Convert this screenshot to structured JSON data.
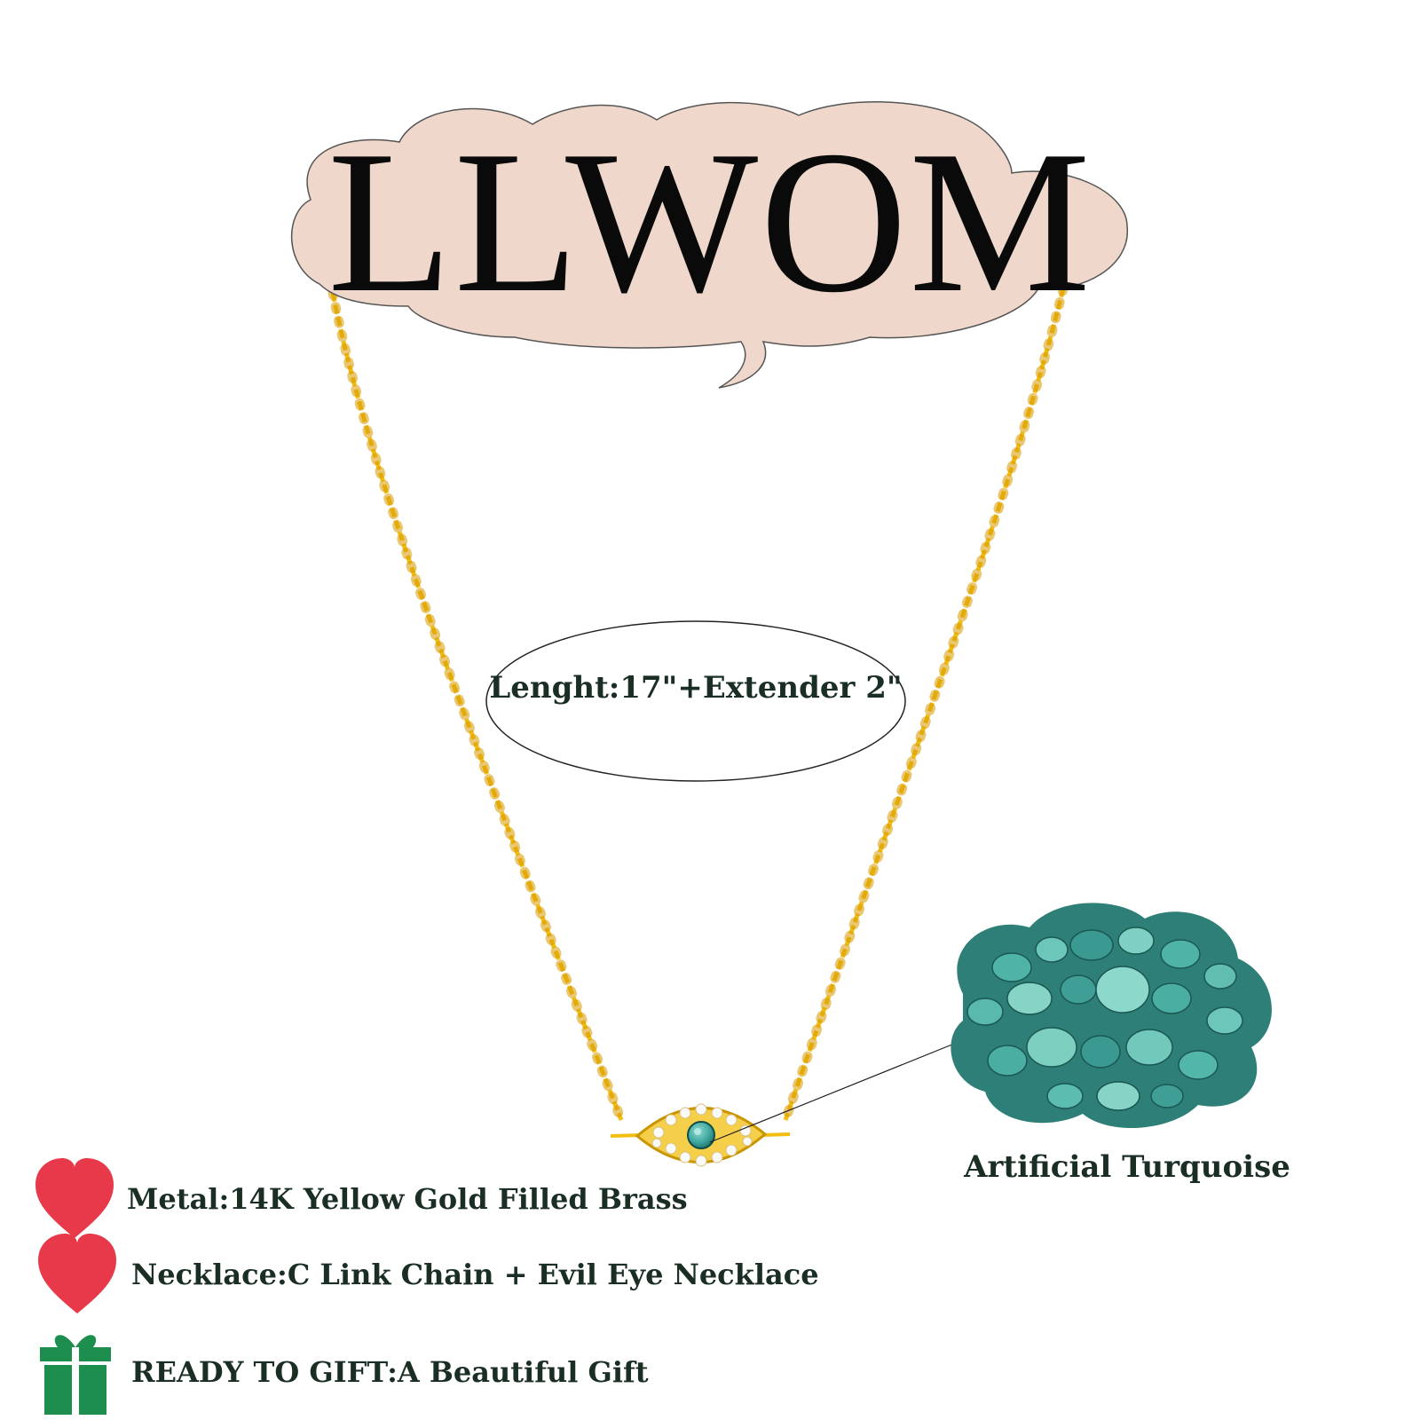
{
  "brand": {
    "name": "LLWOM"
  },
  "length_label": "Lenght:17\"+Extender 2\"",
  "stone_label": "Artificial Turquoise",
  "features": [
    {
      "icon": "heart-icon",
      "text": "Metal:14K Yellow Gold Filled Brass"
    },
    {
      "icon": "heart-icon",
      "text": "Necklace:C Link Chain + Evil Eye Necklace"
    },
    {
      "icon": "gift-icon",
      "text": "READY TO GIFT:A Beautiful Gift"
    }
  ],
  "colors": {
    "cloud_fill": "#efd8cb",
    "gold": "#f2be12",
    "turquoise": "#3fa9a0",
    "heart_red": "#e8394a",
    "gift_green": "#1e8e4e",
    "text_dark": "#1a2e24"
  }
}
